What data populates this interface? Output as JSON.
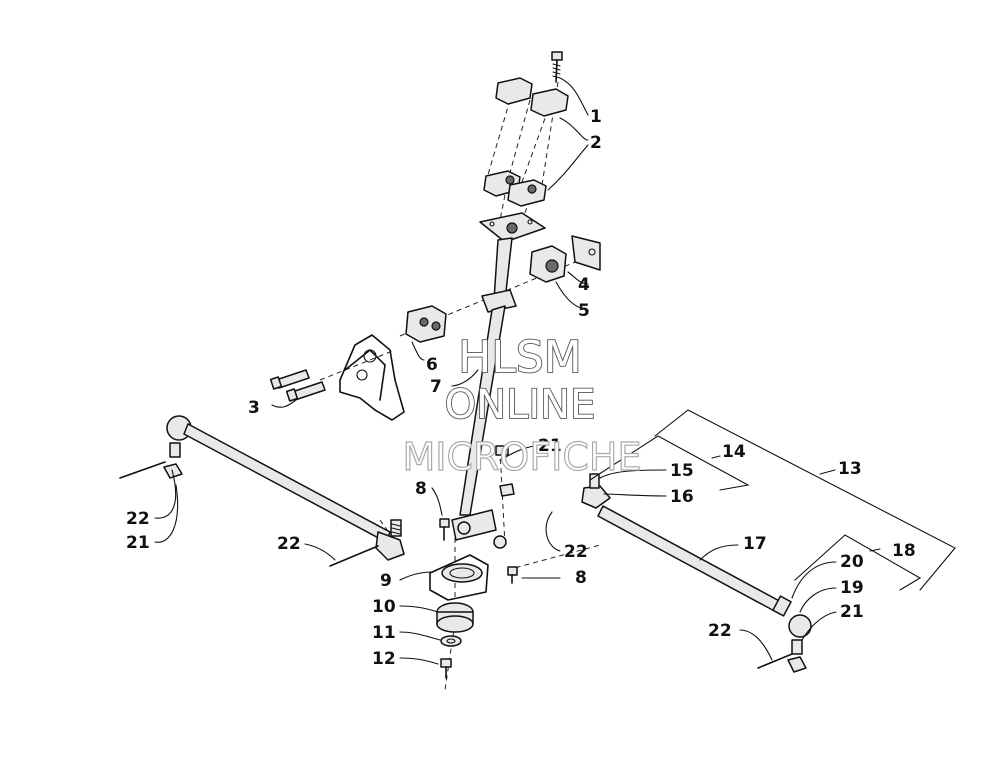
{
  "diagram": {
    "type": "exploded-parts-diagram",
    "callouts": [
      "1",
      "2",
      "3",
      "4",
      "5",
      "6",
      "7",
      "8",
      "8",
      "9",
      "10",
      "11",
      "12",
      "13",
      "14",
      "15",
      "16",
      "17",
      "18",
      "19",
      "20",
      "21",
      "21",
      "21",
      "22",
      "22",
      "22",
      "22"
    ]
  },
  "watermark": {
    "line1": "HLSM",
    "line2": "ONLINE",
    "line3": "MICROFICHE"
  }
}
